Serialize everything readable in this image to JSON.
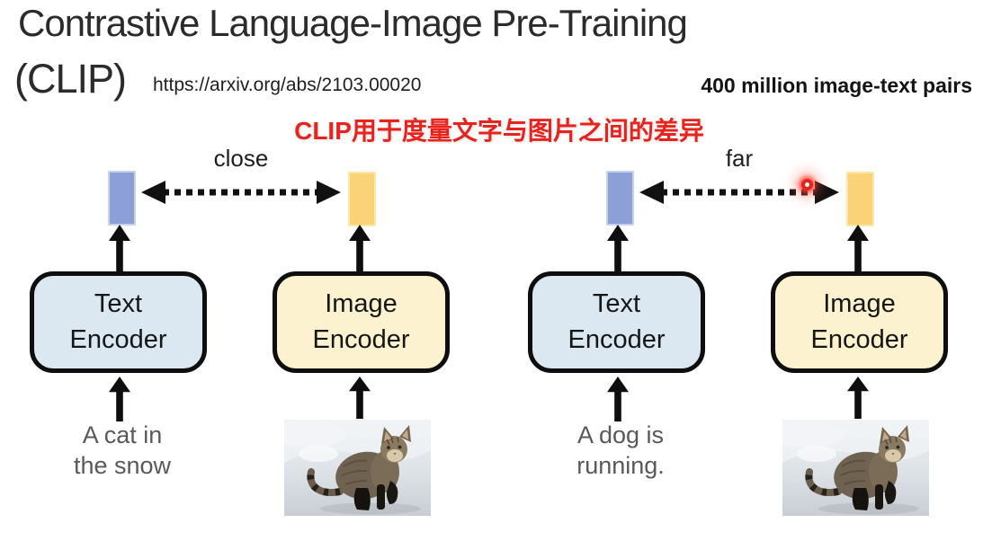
{
  "header": {
    "title_line1": "Contrastive Language-Image Pre-Training",
    "title_line2": "(CLIP)",
    "url": "https://arxiv.org/abs/2103.00020",
    "dataset_note": "400 million image-text pairs",
    "annotation_cn": "CLIP用于度量文字与图片之间的差异",
    "annotation_color": "#e8231d"
  },
  "diagram": {
    "groups": [
      {
        "id": "matching-pair",
        "distance_label": "close",
        "text_encoder_label": "Text\nEncoder",
        "image_encoder_label": "Image\nEncoder",
        "text_input_caption": "A cat in\nthe snow",
        "image_input": "photo-of-cat-in-snow",
        "has_laser_pointer": false
      },
      {
        "id": "non-matching-pair",
        "distance_label": "far",
        "text_encoder_label": "Text\nEncoder",
        "image_encoder_label": "Image\nEncoder",
        "text_input_caption": "A dog is\nrunning.",
        "image_input": "photo-of-cat-in-snow",
        "has_laser_pointer": true
      }
    ],
    "colors": {
      "text_embedding_fill": "#8c9fd6",
      "image_embedding_fill": "#fbd377",
      "text_encoder_fill": "#dbe8f1",
      "image_encoder_fill": "#fcf2cf",
      "box_border": "#0e0e0e",
      "arrow_color": "#0e0e0e",
      "caption_color": "#595959",
      "laser_pointer_color": "#e8231d"
    }
  }
}
